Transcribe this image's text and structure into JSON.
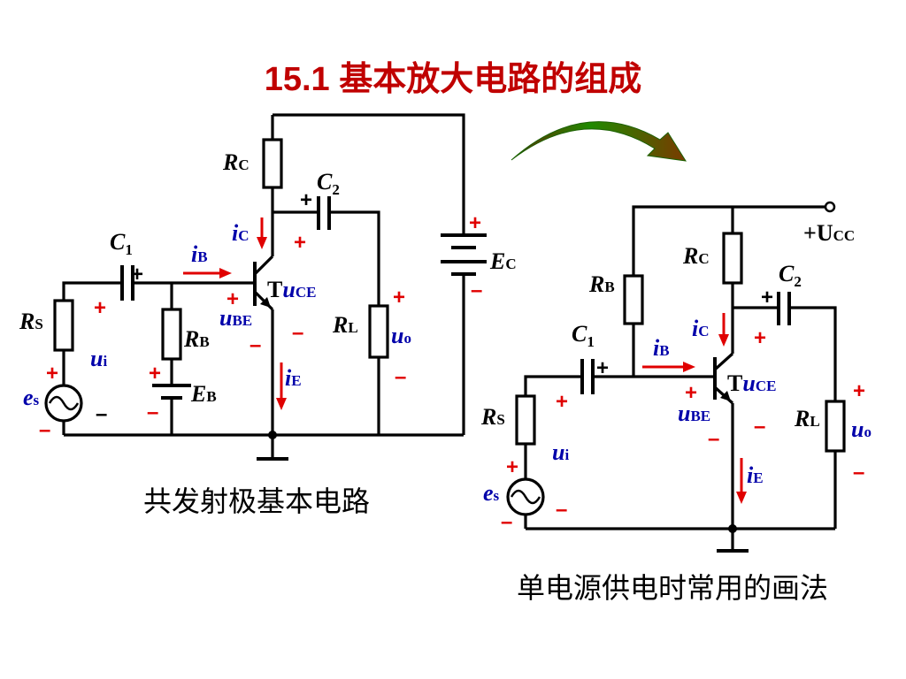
{
  "title": "15.1  基本放大电路的组成",
  "caption_left": "共发射极基本电路",
  "caption_right": "单电源供电时常用的画法",
  "transistor_label": "T",
  "supply_label": "+U",
  "supply_sub": "CC",
  "labels": {
    "R": "R",
    "C": "C",
    "i": "i",
    "u": "u",
    "e": "e",
    "E": "E",
    "sub_C": "C",
    "sub_B": "B",
    "sub_E": "E",
    "sub_L": "L",
    "sub_S": "S",
    "sub_1": "1",
    "sub_2": "2",
    "sub_CE": "CE",
    "sub_BE": "BE",
    "sub_i": "i",
    "sub_o": "o",
    "sub_s": "s"
  },
  "signs": {
    "plus": "+",
    "minus": "–"
  },
  "colors": {
    "title": "#c00000",
    "sign": "#e00000",
    "current_label": "#0000aa",
    "arrow_dark": "#6a2800",
    "arrow_light": "#1f8a00"
  }
}
